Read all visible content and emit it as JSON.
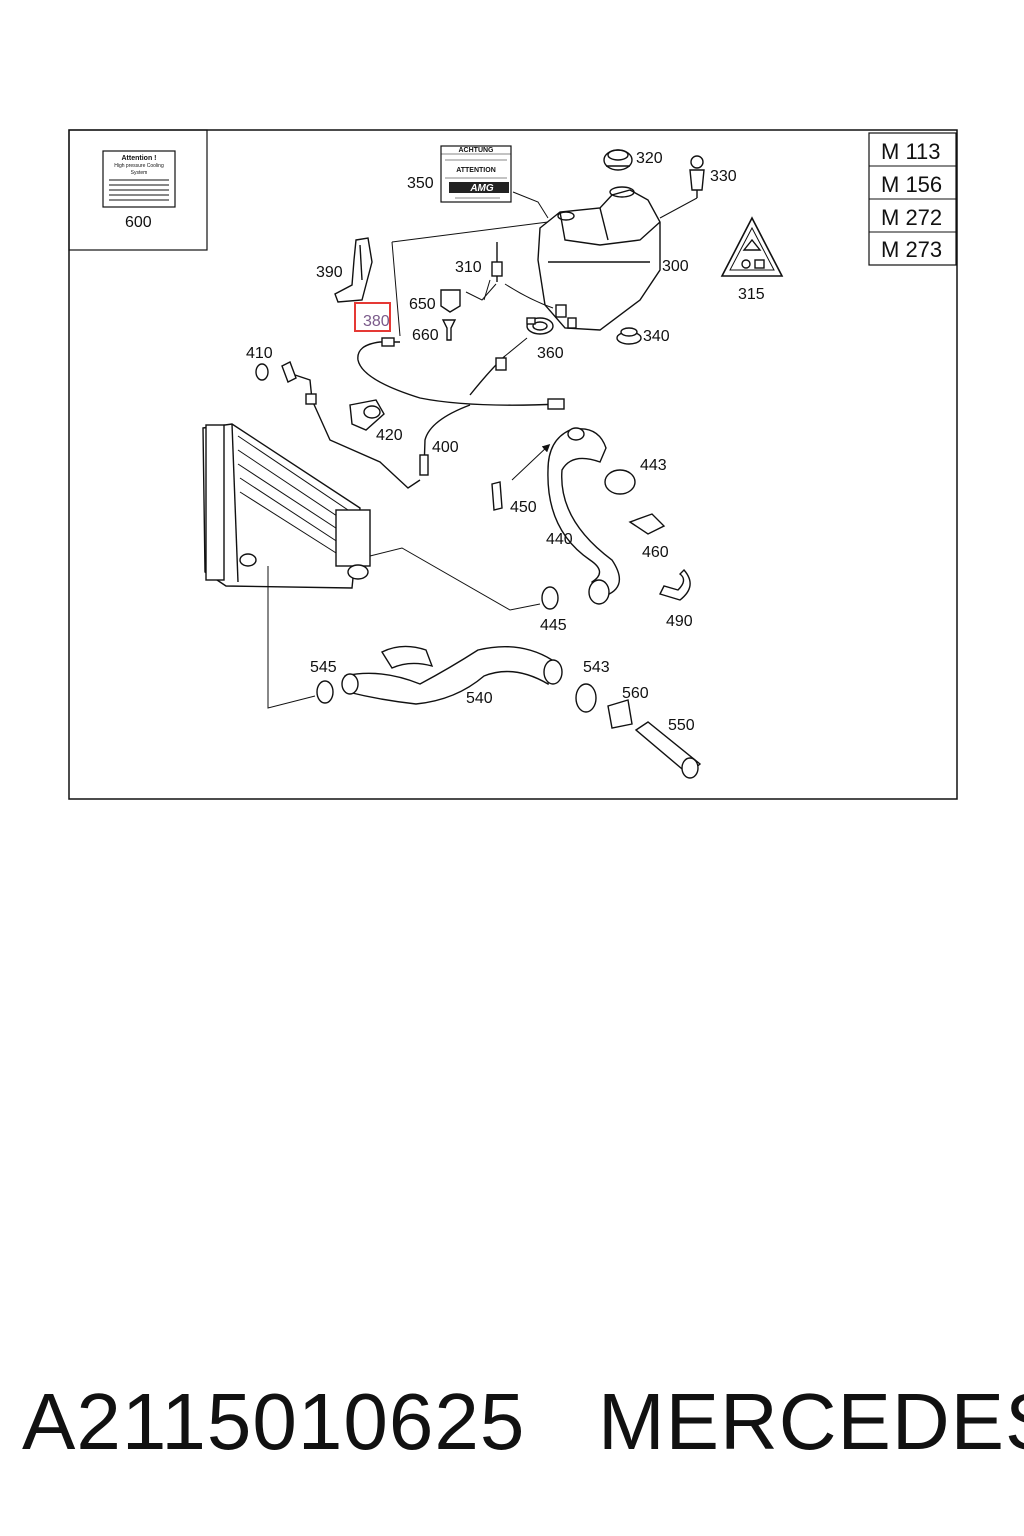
{
  "diagram": {
    "labels": {
      "l600": "600",
      "l350": "350",
      "l320": "320",
      "l330": "330",
      "l390": "390",
      "l310": "310",
      "l300": "300",
      "l315": "315",
      "l650": "650",
      "l380": "380",
      "l660": "660",
      "l340": "340",
      "l410": "410",
      "l360": "360",
      "l420": "420",
      "l400": "400",
      "l443": "443",
      "l450": "450",
      "l440": "440",
      "l460": "460",
      "l445": "445",
      "l490": "490",
      "l545": "545",
      "l543": "543",
      "l540": "540",
      "l560": "560",
      "l550": "550"
    },
    "engines": [
      "M 113",
      "M 156",
      "M 272",
      "M 273"
    ],
    "label_600_box": {
      "title": "Attention !",
      "line1": "High pressure Cooling",
      "line2": "System"
    },
    "label_350_box": {
      "line1": "ACHTUNG",
      "line2": "ATTENTION",
      "brand": "AMG"
    },
    "highlighted_label": "380",
    "highlight_color": "#e53935"
  },
  "footer": {
    "part_number": "A2115010625",
    "brand": "MERCEDES"
  }
}
